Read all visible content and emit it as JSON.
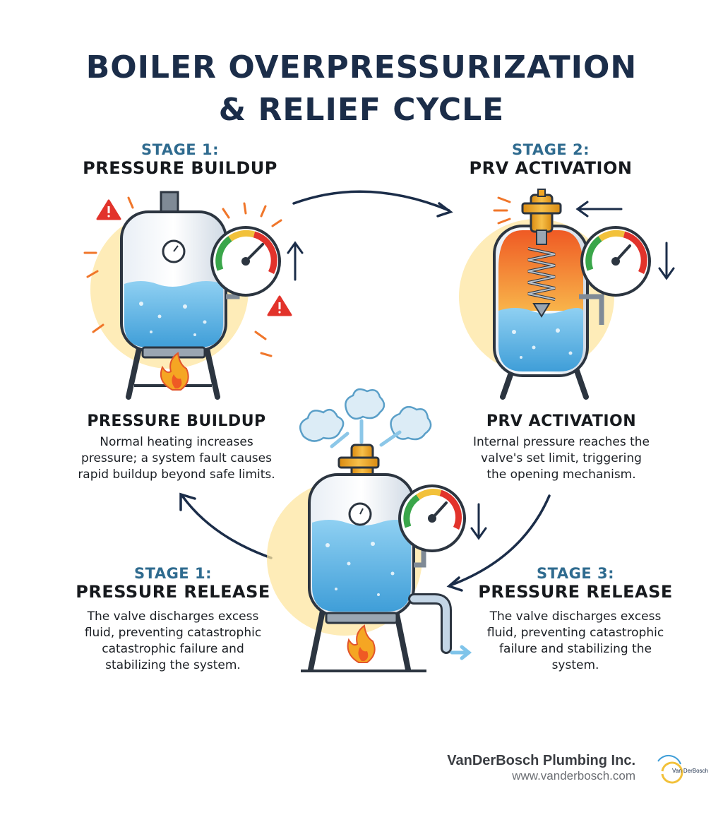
{
  "title": {
    "line1": "BOILER OVERPRESSURIZATION",
    "line2": "& RELIEF CYCLE"
  },
  "stages": {
    "top_left": {
      "label": "STAGE 1:",
      "name": "PRESSURE BUILDUP"
    },
    "top_right": {
      "label": "STAGE 2:",
      "name": "PRV ACTIVATION"
    },
    "bottom_left": {
      "label": "STAGE 1:",
      "name": "PRESSURE RELEASE"
    },
    "bottom_right": {
      "label": "STAGE 3:",
      "name": "PRESSURE RELEASE"
    }
  },
  "descriptions": {
    "buildup": {
      "heading": "PRESSURE BUILDUP",
      "lines": [
        "Normal heating increases",
        "pressure; a system fault causes",
        "rapid buildup beyond safe limits."
      ]
    },
    "activation": {
      "heading": "PRV ACTIVATION",
      "lines": [
        "Internal pressure reaches the",
        "valve's set limit, triggering",
        "the opening mechanism."
      ]
    },
    "release_left": {
      "lines": [
        "The valve discharges excess",
        "fluid, preventing catastrophic",
        "catastrophic failure and",
        "stabilizing the system."
      ]
    },
    "release_right": {
      "lines": [
        "The valve discharges excess",
        "fluid, preventing catastrophic",
        "failure and stabilizing the",
        "system."
      ]
    }
  },
  "brand": {
    "name": "VanDerBosch Plumbing Inc.",
    "url": "www.vanderbosch.com",
    "logo_text": "Van DerBosch"
  },
  "colors": {
    "title": "#1b2d49",
    "stage_label": "#2f6b8f",
    "water": "#5fb6e6",
    "hot": "#f0762a",
    "gauge_red": "#e2332b",
    "gauge_green": "#3aa64a",
    "valve_gold": "#f2a623",
    "glow": "#fde6a0"
  },
  "icons": [
    "warning-icon",
    "flame-icon",
    "pressure-gauge-icon",
    "spring-valve-icon",
    "steam-cloud-icon",
    "cycle-arrow-icon"
  ]
}
